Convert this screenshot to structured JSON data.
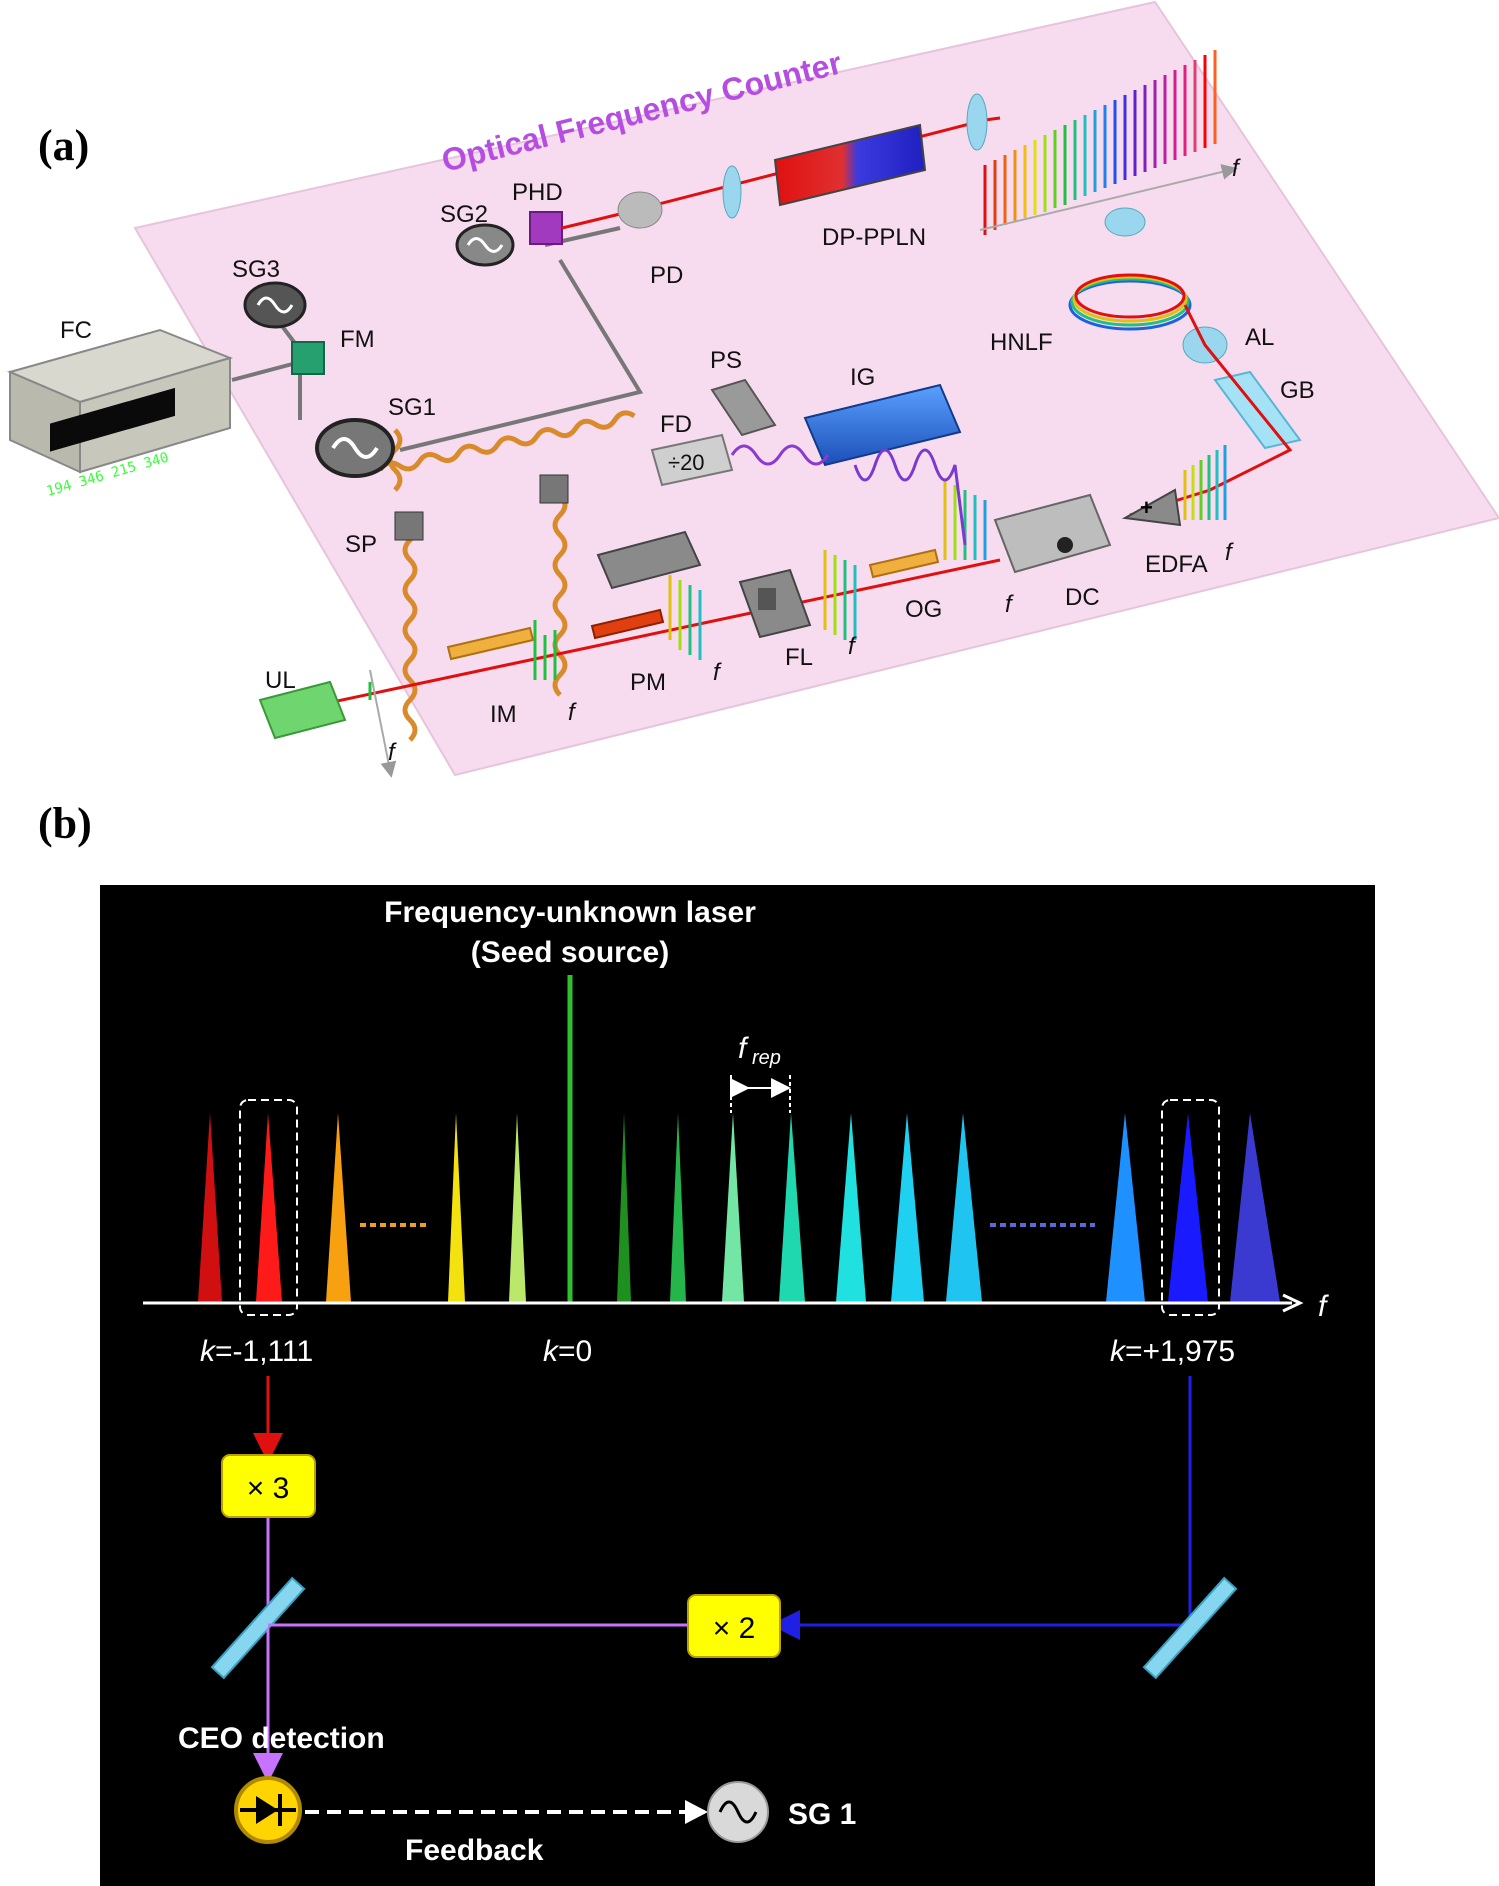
{
  "panel_a": {
    "label": "(a)",
    "title": "Optical Frequency Counter",
    "counter_display": "194 346 215 340",
    "components": {
      "FC": "FC",
      "SG3": "SG3",
      "FM": "FM",
      "SG1": "SG1",
      "SG2": "SG2",
      "PHD": "PHD",
      "PD": "PD",
      "DP_PPLN": "DP-PPLN",
      "HNLF": "HNLF",
      "AL": "AL",
      "GB": "GB",
      "PS": "PS",
      "IG": "IG",
      "FD": "FD",
      "FD_ratio": "÷20",
      "SP": "SP",
      "DC": "DC",
      "EDFA": "EDFA",
      "OG": "OG",
      "FL": "FL",
      "PM": "PM",
      "IM": "IM",
      "UL": "UL"
    },
    "axis_symbol": "f"
  },
  "panel_b": {
    "label": "(b)",
    "seed_title_line1": "Frequency-unknown laser",
    "seed_title_line2": "(Seed source)",
    "frep_main": "f",
    "frep_sub": "rep",
    "axis_symbol": "f",
    "k_left_var": "k",
    "k_left_val": "=-1,111",
    "k_mid_var": "k",
    "k_mid_val": "=0",
    "k_right_var": "k",
    "k_right_val": "=+1,975",
    "mult3": "× 3",
    "mult2": "× 2",
    "ceo_label": "CEO detection",
    "feedback_label": "Feedback",
    "sg_label": "SG 1"
  },
  "colors": {
    "background_b": "#000000",
    "plate": "#f7dcef",
    "yellow_box": "#ffff00",
    "purple_line": "#c873ff",
    "blue_line": "#1f1fe6",
    "red_line": "#e01010"
  }
}
